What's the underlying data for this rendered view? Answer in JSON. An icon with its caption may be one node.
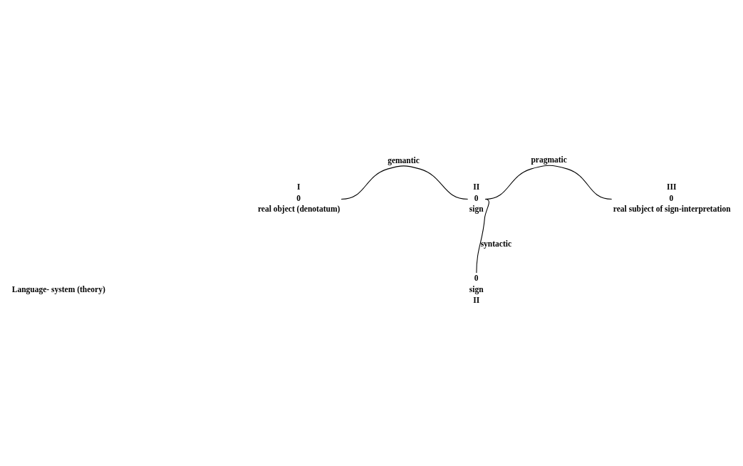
{
  "diagram": {
    "nodes": [
      {
        "text": [
          "0"
        ],
        "beside": [
          "I",
          "real object (denotatum)"
        ]
      },
      {
        "text": [
          "0"
        ],
        "beside": [
          "II",
          "sign"
        ]
      },
      {
        "text": [
          "0"
        ],
        "beside": [
          "III",
          "real subject of sign-interpretation"
        ]
      },
      {
        "text": [
          "0"
        ],
        "beside": [
          "sign",
          "II"
        ]
      }
    ],
    "edges": [
      {
        "from": 0,
        "to": 1,
        "arrow": "none",
        "label": "gemantic"
      },
      {
        "from": 1,
        "to": 2,
        "arrow": "none",
        "label": "pragmatic"
      },
      {
        "from": 1,
        "to": 3,
        "arrow": "none",
        "label": "syntactic"
      }
    ],
    "labels": [
      "Language- system (theory)"
    ]
  }
}
